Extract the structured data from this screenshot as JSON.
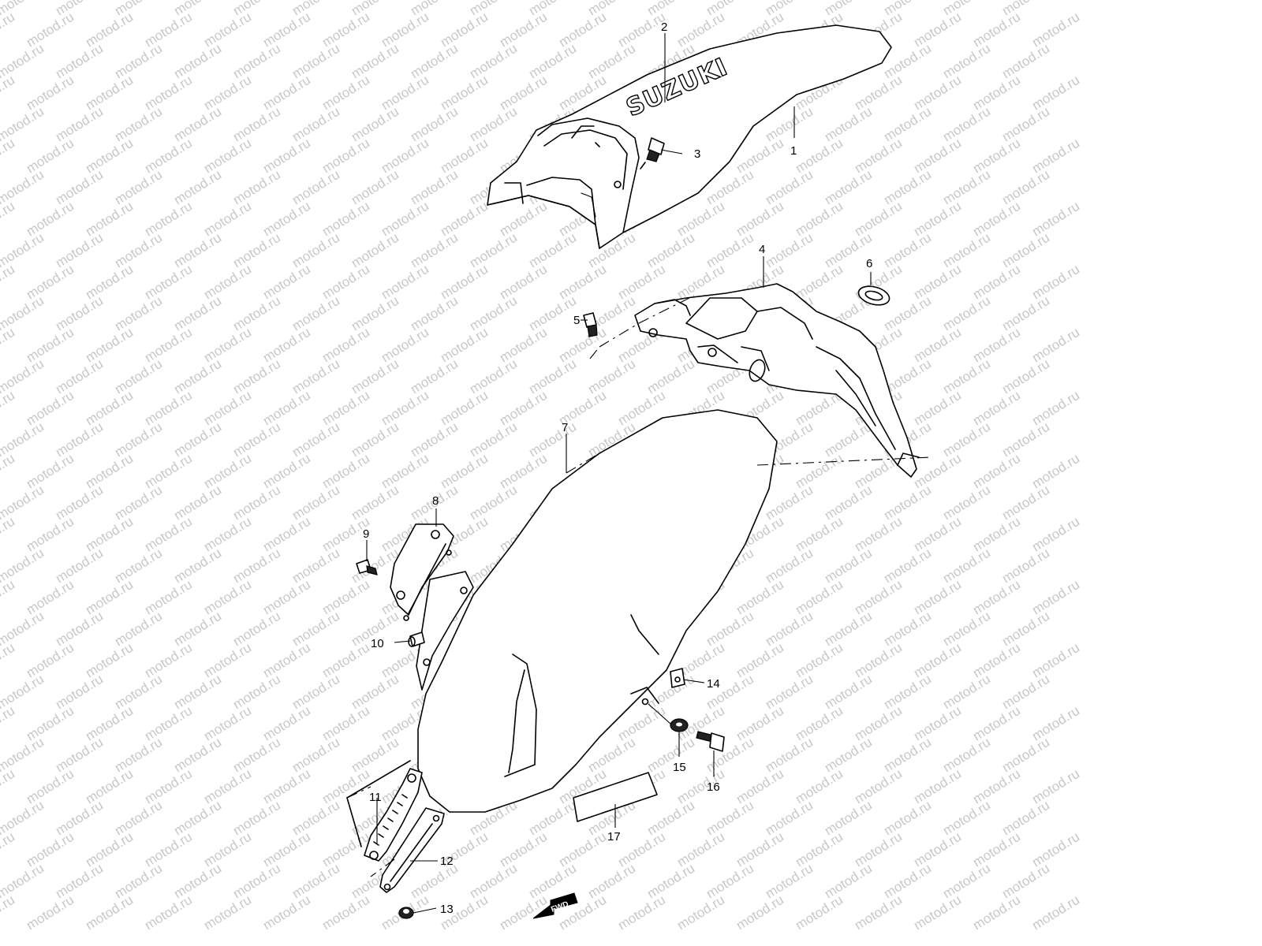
{
  "watermark": {
    "text": "motod.ru"
  },
  "brand_decal": {
    "text": "SUZUKI"
  },
  "fwd_arrow": {
    "label": "FWD"
  },
  "callouts": {
    "c1": "1",
    "c2": "2",
    "c3": "3",
    "c4": "4",
    "c5": "5",
    "c6": "6",
    "c7": "7",
    "c8": "8",
    "c9": "9",
    "c10": "10",
    "c11": "11",
    "c12": "12",
    "c13": "13",
    "c14": "14",
    "c15": "15",
    "c16": "16",
    "c17": "17"
  }
}
